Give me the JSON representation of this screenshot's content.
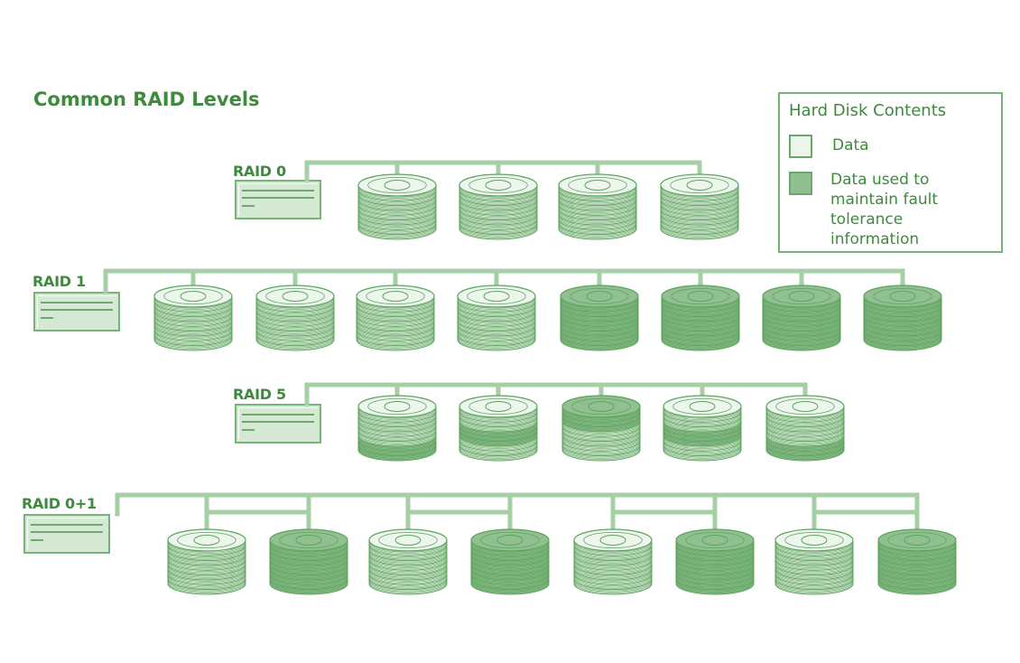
{
  "title": "Common RAID Levels",
  "legend": {
    "title": "Hard Disk Contents",
    "items": [
      {
        "label": "Data",
        "color": "#edf6ed"
      },
      {
        "label_lines": [
          "Data used to",
          "maintain fault",
          "tolerance",
          "information"
        ],
        "color": "#90c090"
      }
    ]
  },
  "colors": {
    "line": "#a6cfa6",
    "stroke": "#5fa35f",
    "data": "#edf6ed",
    "fault": "#90c090"
  },
  "levels": [
    {
      "name": "RAID 0",
      "disks": [
        "D",
        "D",
        "D",
        "D"
      ]
    },
    {
      "name": "RAID 1",
      "disks": [
        "D",
        "D",
        "D",
        "D",
        "F",
        "F",
        "F",
        "F"
      ]
    },
    {
      "name": "RAID 5",
      "disks": [
        "D-bottom",
        "D-middle",
        "D-top",
        "D-middle",
        "D-bottom"
      ]
    },
    {
      "name": "RAID 0+1",
      "disks": [
        "D",
        "F",
        "D",
        "F",
        "D",
        "F",
        "D",
        "F"
      ]
    }
  ]
}
